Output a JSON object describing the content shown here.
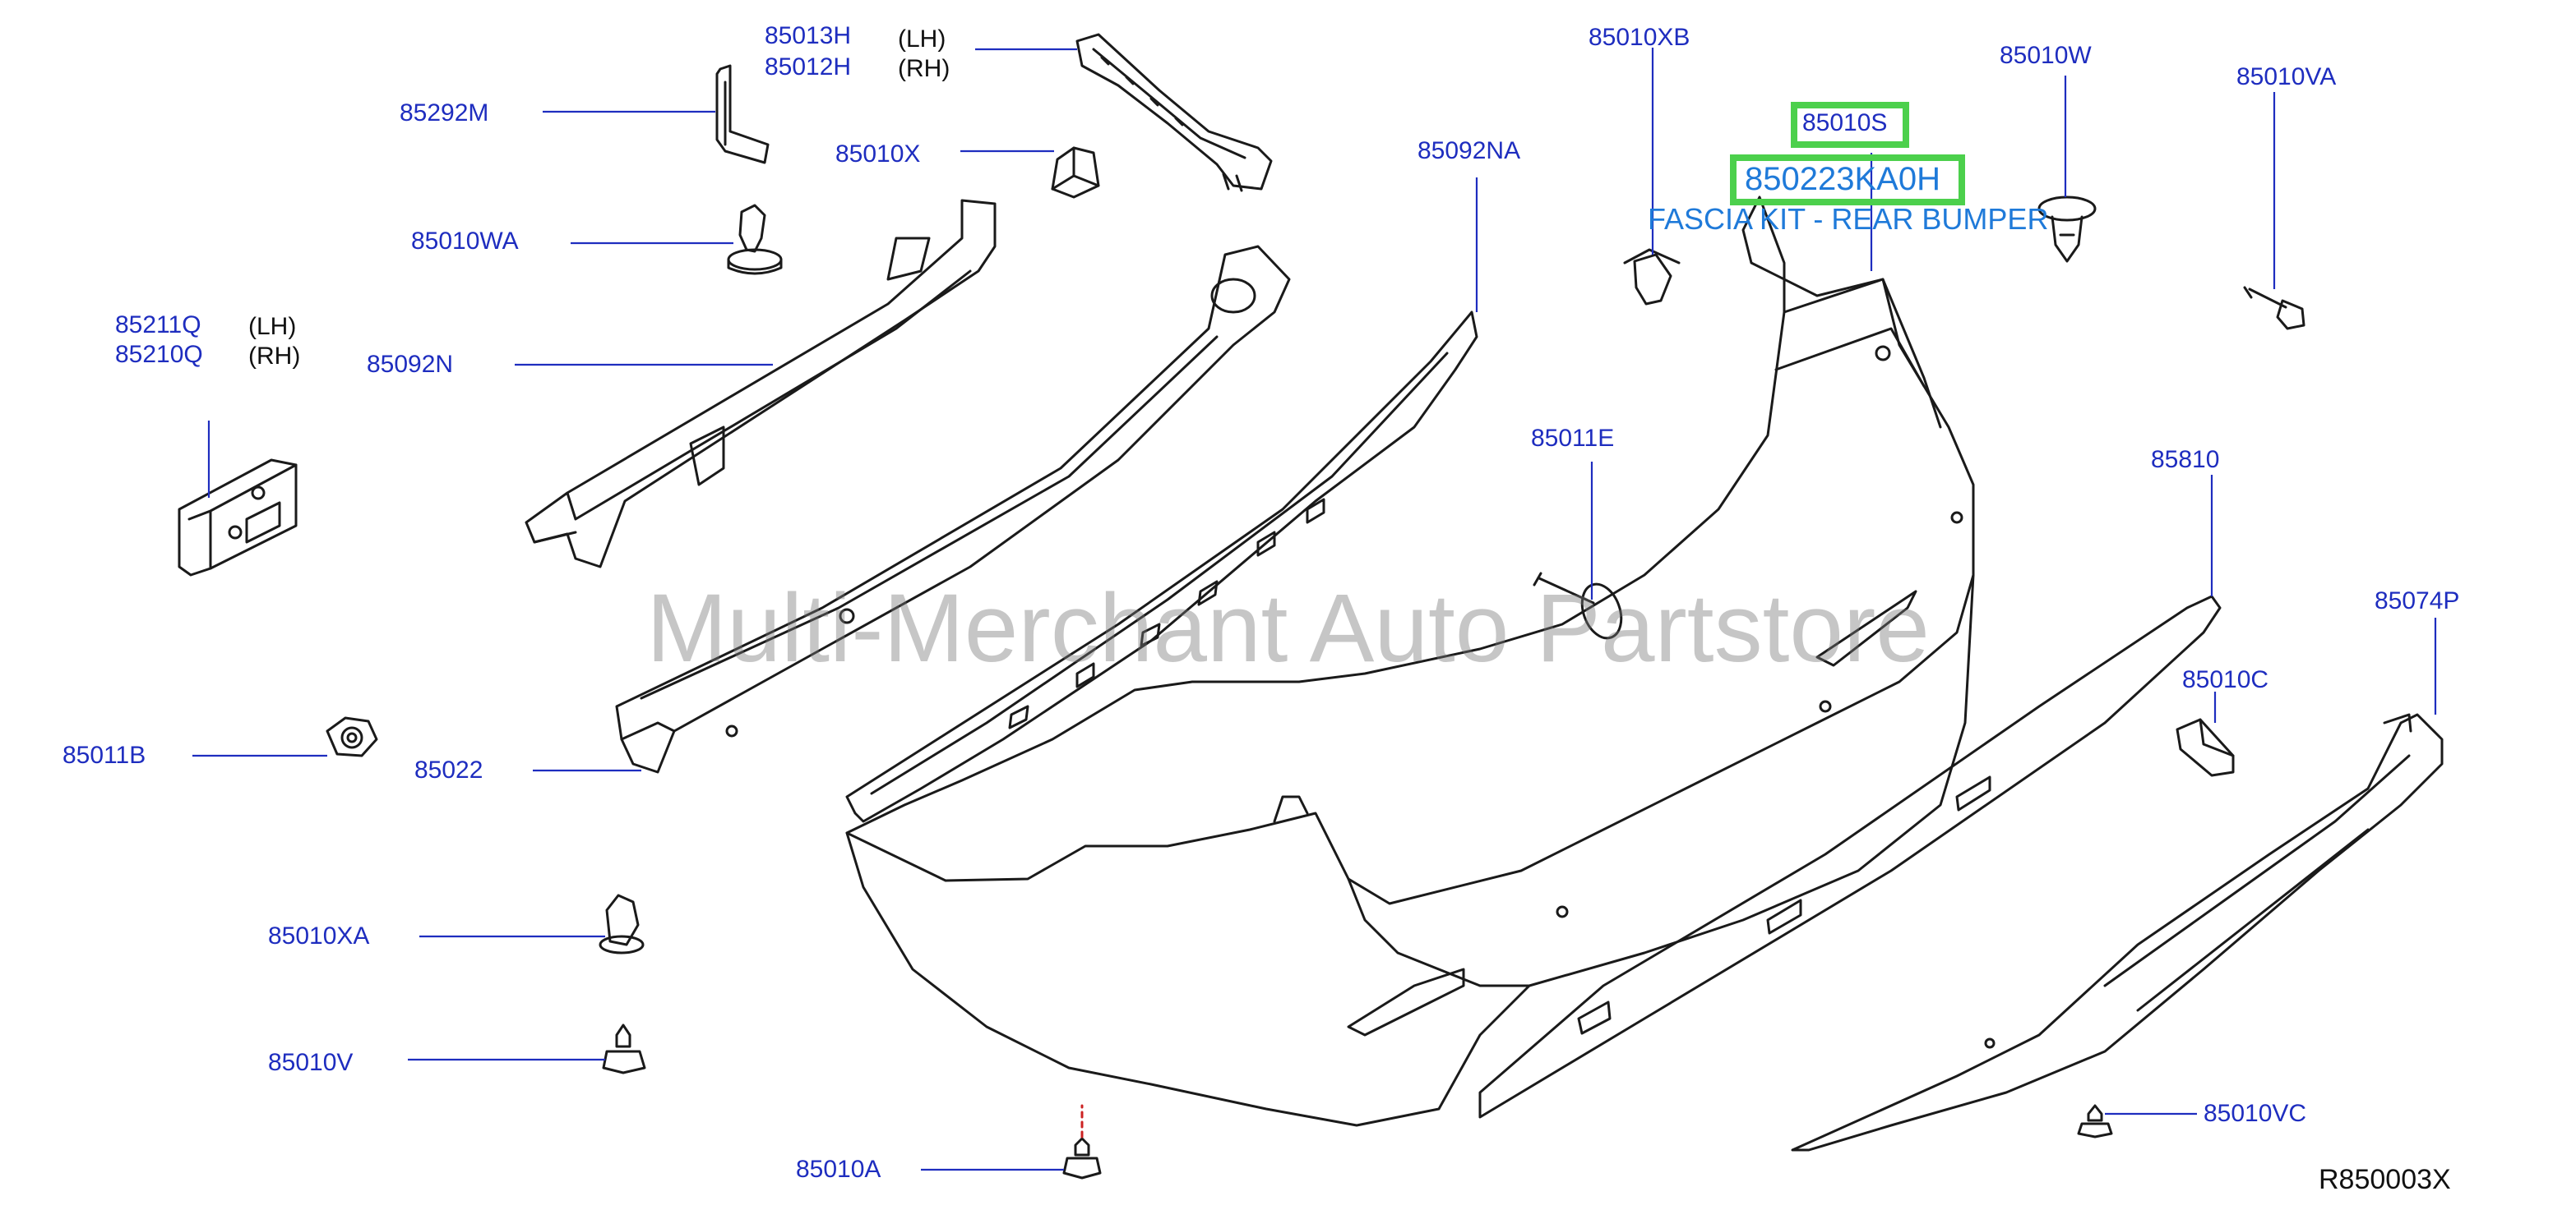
{
  "diagram": {
    "watermark": "Multi-Merchant Auto Partstore",
    "reference_code": "R850003X",
    "highlight_color": "#4cd04c",
    "label_color": "#1e2dbf",
    "description_color": "#1f7ad9",
    "highlighted": {
      "part": "85010S",
      "kit_number": "850223KA0H",
      "kit_description": "FASCIA KIT - REAR BUMPER"
    },
    "parts": {
      "p85013H": "85013H",
      "p85012H": "85012H",
      "lh": "(LH)",
      "rh": "(RH)",
      "p85292M": "85292M",
      "p85010X": "85010X",
      "p85010WA": "85010WA",
      "p85211Q": "85211Q",
      "p85210Q": "85210Q",
      "p85092N": "85092N",
      "p85011B": "85011B",
      "p85022": "85022",
      "p85010XA": "85010XA",
      "p85010V": "85010V",
      "p85010A": "85010A",
      "p85092NA": "85092NA",
      "p85010XB": "85010XB",
      "p85010W": "85010W",
      "p85010VA": "85010VA",
      "p85011E": "85011E",
      "p85810": "85810",
      "p85074P": "85074P",
      "p85010C": "85010C",
      "p85010VC": "85010VC"
    }
  }
}
